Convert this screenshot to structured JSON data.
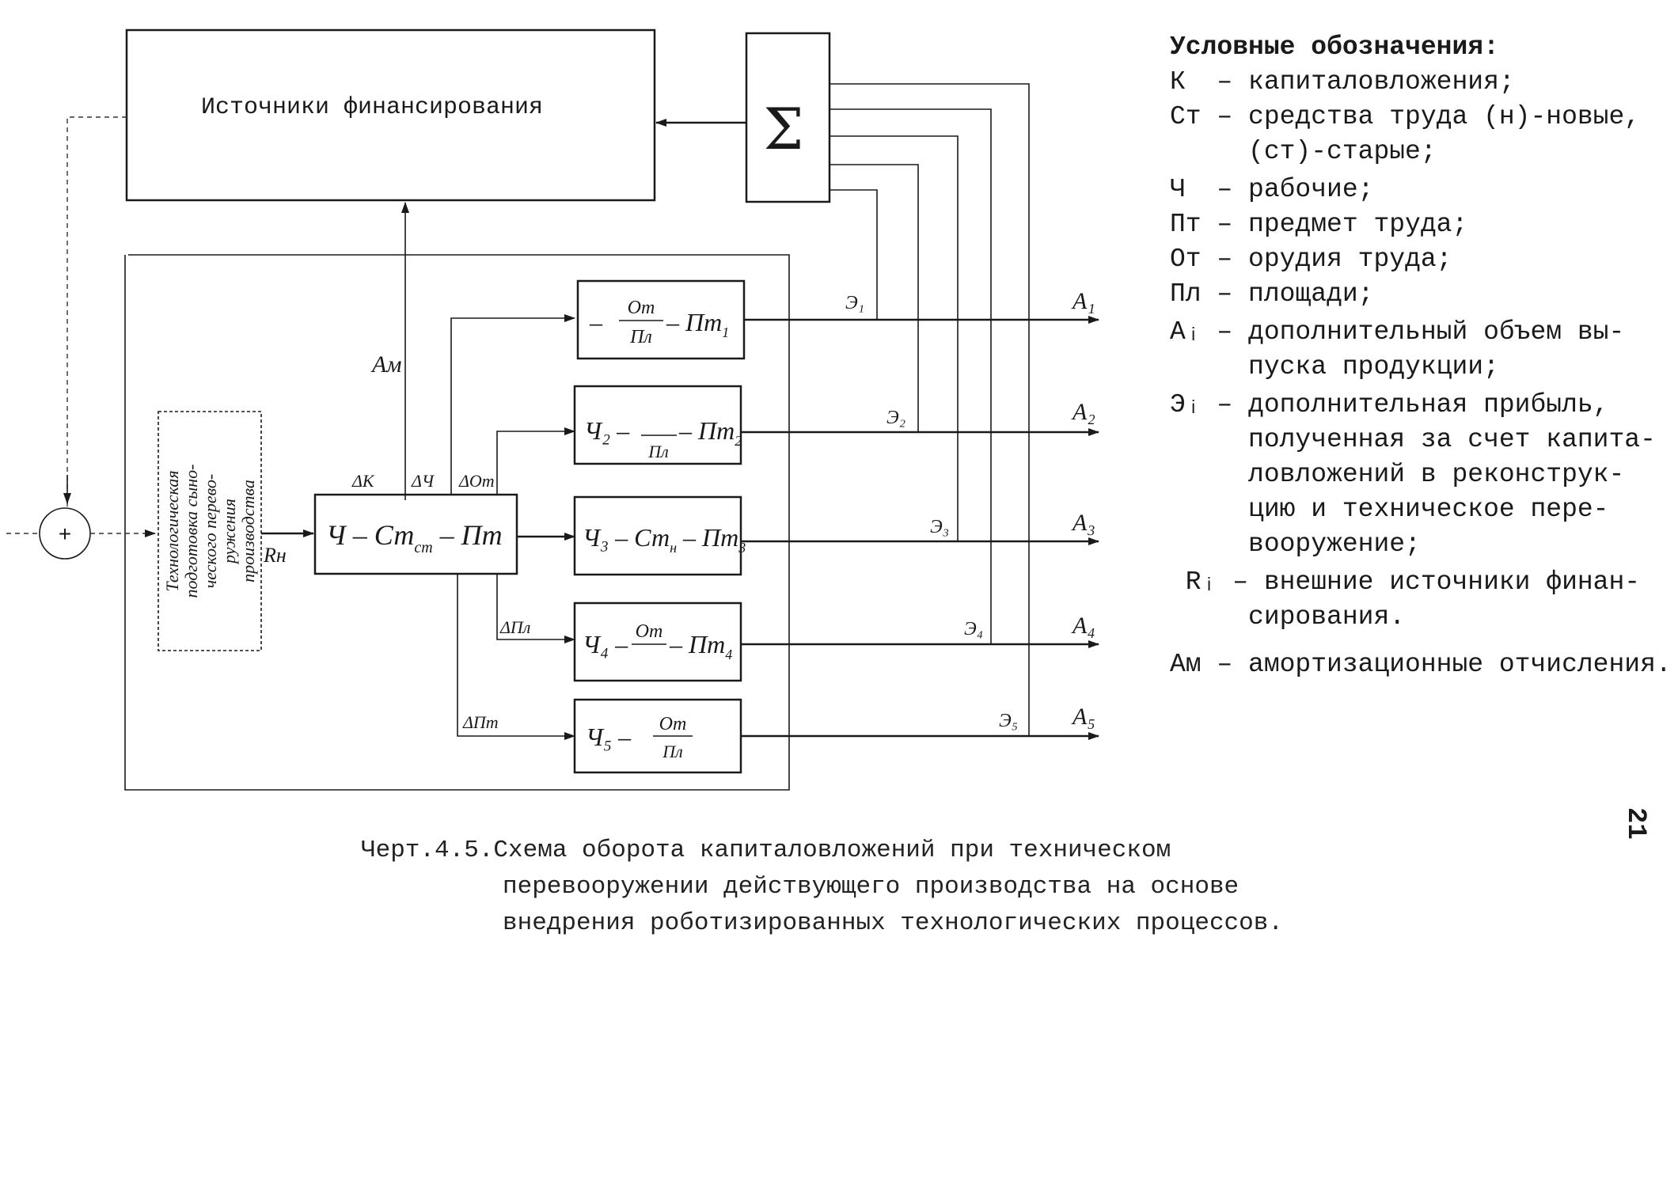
{
  "diagram": {
    "financing_box": "Источники финансирования",
    "sum_symbol": "Σ",
    "tech_prep_box": [
      "Технологическая",
      "подготовка сыно-",
      "ческого перево-",
      "ружения",
      "производства"
    ],
    "center_box": "Ч – Ст",
    "center_box_sub": "ст",
    "center_box_tail": " – Пт",
    "plus_symbol": "+",
    "Rc_label": "Rн",
    "Am_label": "Ам",
    "dK_label": "ΔК",
    "dCh_label": "ΔЧ",
    "dOt_label": "ΔОт",
    "dPl_label": "ΔПл",
    "dPt_label": "ΔПт",
    "branch_boxes": [
      {
        "left": "– ",
        "num": "Oт",
        "den": "Пл",
        "right": " – Пт",
        "sub": "1"
      },
      {
        "left": "Ч₂ – ",
        "num": "",
        "den": "Пл",
        "right": " – Пт",
        "sub": "2"
      },
      {
        "left": "Ч₃ – Ст",
        "num": "",
        "den": "",
        "right": " – Пт",
        "sub": "3"
      },
      {
        "left": "Ч₄ – ",
        "num": "Oт",
        "den": "",
        "right": " – Пт",
        "sub": "4"
      },
      {
        "left": "Ч₅ – ",
        "num": "Oт",
        "den": "Пл",
        "right": "",
        "sub": ""
      }
    ],
    "E_labels": [
      "Э₁",
      "Э₂",
      "Э₃",
      "Э₄",
      "Э₅"
    ],
    "A_labels": [
      "A₁",
      "A₂",
      "A₃",
      "A₄",
      "A₅"
    ]
  },
  "legend": {
    "title": "Условные обозначения:",
    "lines": [
      "К  – капиталовложения;",
      "Ст – средства труда (н)-новые,",
      "     (ст)-старые;",
      "Ч  – рабочие;",
      "Пт – предмет труда;",
      "От – орудия труда;",
      "Пл – площади;",
      "Aᵢ – дополнительный объем вы-",
      "     пуска продукции;",
      "Эᵢ – дополнительная прибыль,",
      "     полученная за счет капита-",
      "     ловложений в реконструк-",
      "     цию и техническое пере-",
      "     вооружение;",
      " Rᵢ – внешние источники финан-",
      "     сирования.",
      "Ам – амортизационные отчисления."
    ]
  },
  "page_number": "21",
  "caption": {
    "lines": [
      "Черт.4.5.Схема оборота капиталовложений при техническом",
      "перевооружении действующего производства на основе",
      "внедрения роботизированных технологических процессов."
    ]
  }
}
